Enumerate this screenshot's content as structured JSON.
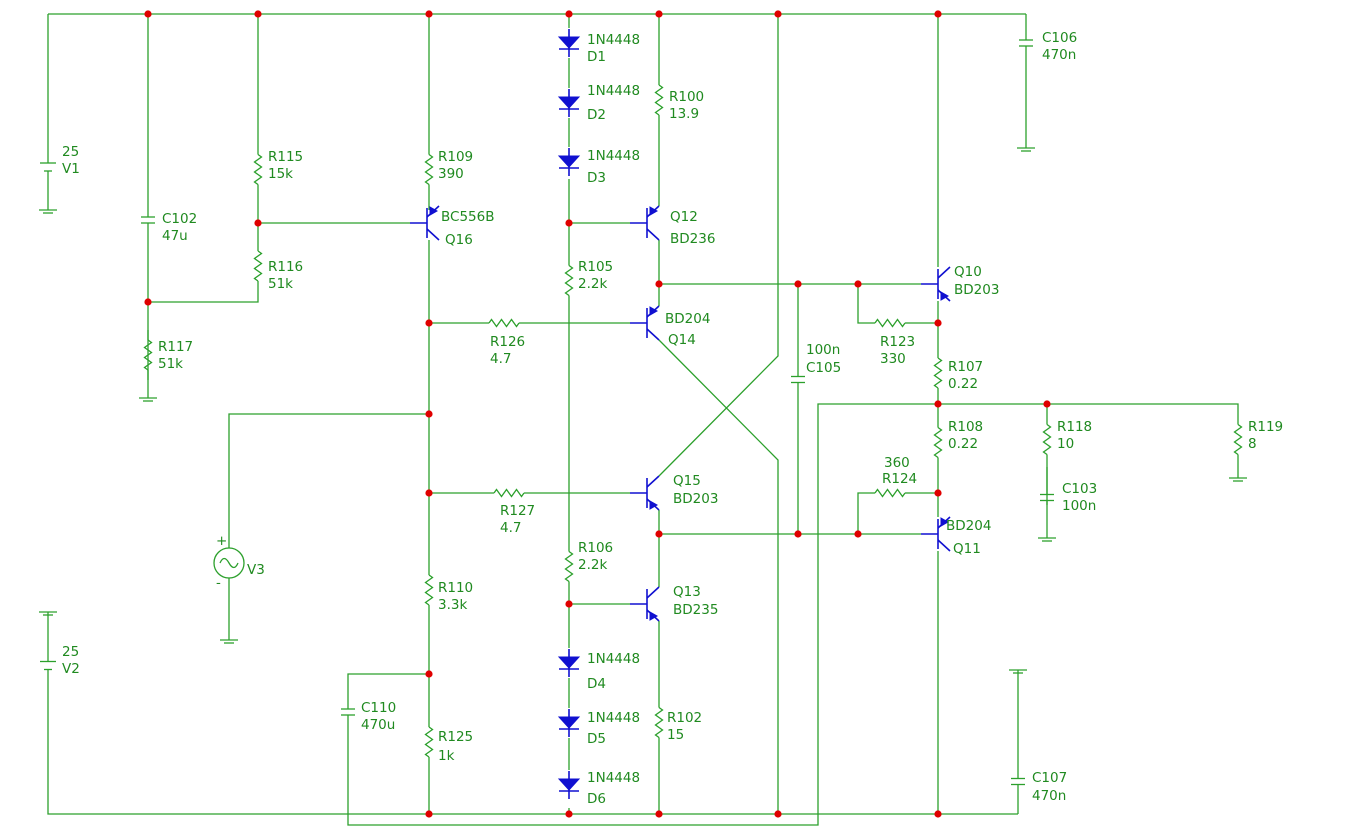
{
  "colors": {
    "wire": "#2ca02c",
    "component": "#1010d0",
    "junction": "#e00000",
    "label": "#208a20"
  },
  "labels": {
    "V1_val": "25",
    "V1_name": "V1",
    "V2_val": "25",
    "V2_name": "V2",
    "V3_name": "V3",
    "V3_plus": "+",
    "V3_minus": "-",
    "C102_name": "C102",
    "C102_val": "47u",
    "R115_name": "R115",
    "R115_val": "15k",
    "R116_name": "R116",
    "R116_val": "51k",
    "R117_name": "R117",
    "R117_val": "51k",
    "R109_name": "R109",
    "R109_val": "390",
    "Q16_type": "BC556B",
    "Q16_name": "Q16",
    "D1_type": "1N4448",
    "D1_name": "D1",
    "D2_type": "1N4448",
    "D2_name": "D2",
    "D3_type": "1N4448",
    "D3_name": "D3",
    "D4_type": "1N4448",
    "D4_name": "D4",
    "D5_type": "1N4448",
    "D5_name": "D5",
    "D6_type": "1N4448",
    "D6_name": "D6",
    "R100_name": "R100",
    "R100_val": "13.9",
    "Q12_name": "Q12",
    "Q12_type": "BD236",
    "R105_name": "R105",
    "R105_val": "2.2k",
    "Q14_type": "BD204",
    "Q14_name": "Q14",
    "R126_name": "R126",
    "R126_val": "4.7",
    "C105_val": "100n",
    "C105_name": "C105",
    "Q10_name": "Q10",
    "Q10_type": "BD203",
    "R123_name": "R123",
    "R123_val": "330",
    "R107_name": "R107",
    "R107_val": "0.22",
    "R108_name": "R108",
    "R108_val": "0.22",
    "R118_name": "R118",
    "R118_val": "10",
    "R119_name": "R119",
    "R119_val": "8",
    "C103_name": "C103",
    "C103_val": "100n",
    "R124_val": "360",
    "R124_name": "R124",
    "Q11_type": "BD204",
    "Q11_name": "Q11",
    "Q15_name": "Q15",
    "Q15_type": "BD203",
    "R127_name": "R127",
    "R127_val": "4.7",
    "R106_name": "R106",
    "R106_val": "2.2k",
    "Q13_name": "Q13",
    "Q13_type": "BD235",
    "R110_name": "R110",
    "R110_val": "3.3k",
    "C110_name": "C110",
    "C110_val": "470u",
    "R125_name": "R125",
    "R125_val": "1k",
    "R102_name": "R102",
    "R102_val": "15",
    "C106_name": "C106",
    "C106_val": "470n",
    "C107_name": "C107",
    "C107_val": "470n"
  }
}
